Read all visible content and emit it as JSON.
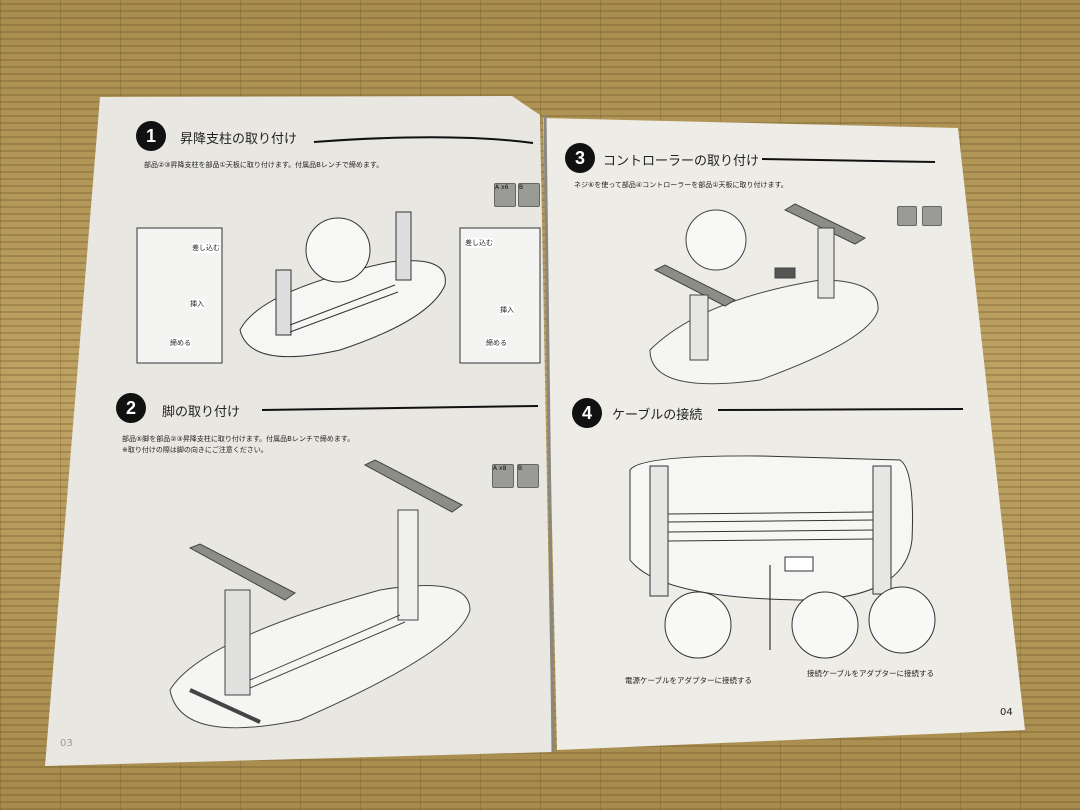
{
  "left_page": {
    "page_number": "03",
    "step1": {
      "number": "1",
      "title": "昇降支柱の取り付け",
      "text": "部品②③昇降支柱を部品①天板に取り付けます。付属品Bレンチで締めます。",
      "callouts": [
        "差し込む",
        "挿入",
        "締める",
        "差し込む",
        "挿入",
        "締める"
      ],
      "parts": [
        "A x6",
        "B"
      ]
    },
    "step2": {
      "number": "2",
      "title": "脚の取り付け",
      "text": "部品⑤脚を部品②③昇降支柱に取り付けます。付属品Bレンチで締めます。",
      "note": "※取り付けの際は脚の向きにご注意ください。",
      "parts": [
        "A x8",
        "B"
      ]
    }
  },
  "right_page": {
    "page_number": "04",
    "step3": {
      "number": "3",
      "title": "コントローラーの取り付け",
      "text": "ネジ⑥を使って部品④コントローラーを部品①天板に取り付けます。"
    },
    "step4": {
      "number": "4",
      "title": "ケーブルの接続",
      "caption_left": "電源ケーブルをアダプターに接続する",
      "caption_right": "接続ケーブルをアダプターに接続する"
    }
  },
  "colors": {
    "paper": "#eceae4",
    "ink": "#1a1a1a",
    "tatami": "#b59a5a"
  }
}
